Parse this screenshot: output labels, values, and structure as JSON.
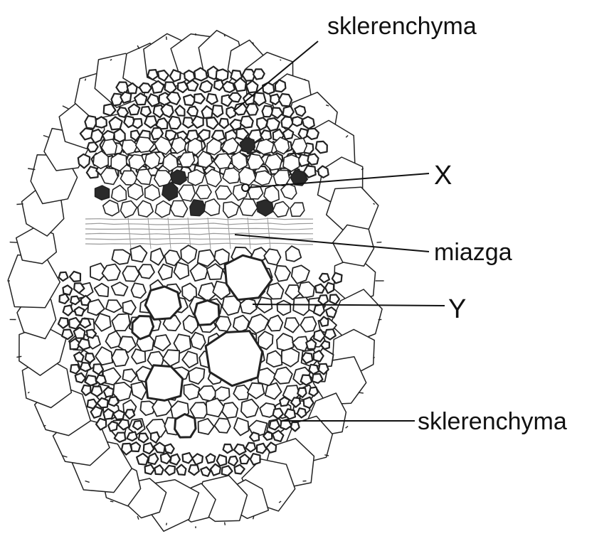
{
  "labels": {
    "top": "sklerenchyma",
    "x": "X",
    "miazga": "miazga",
    "y": "Y",
    "bottom": "sklerenchyma"
  },
  "colors": {
    "line": "#222222",
    "cambium": "#9a9a9a",
    "background": "#ffffff"
  }
}
